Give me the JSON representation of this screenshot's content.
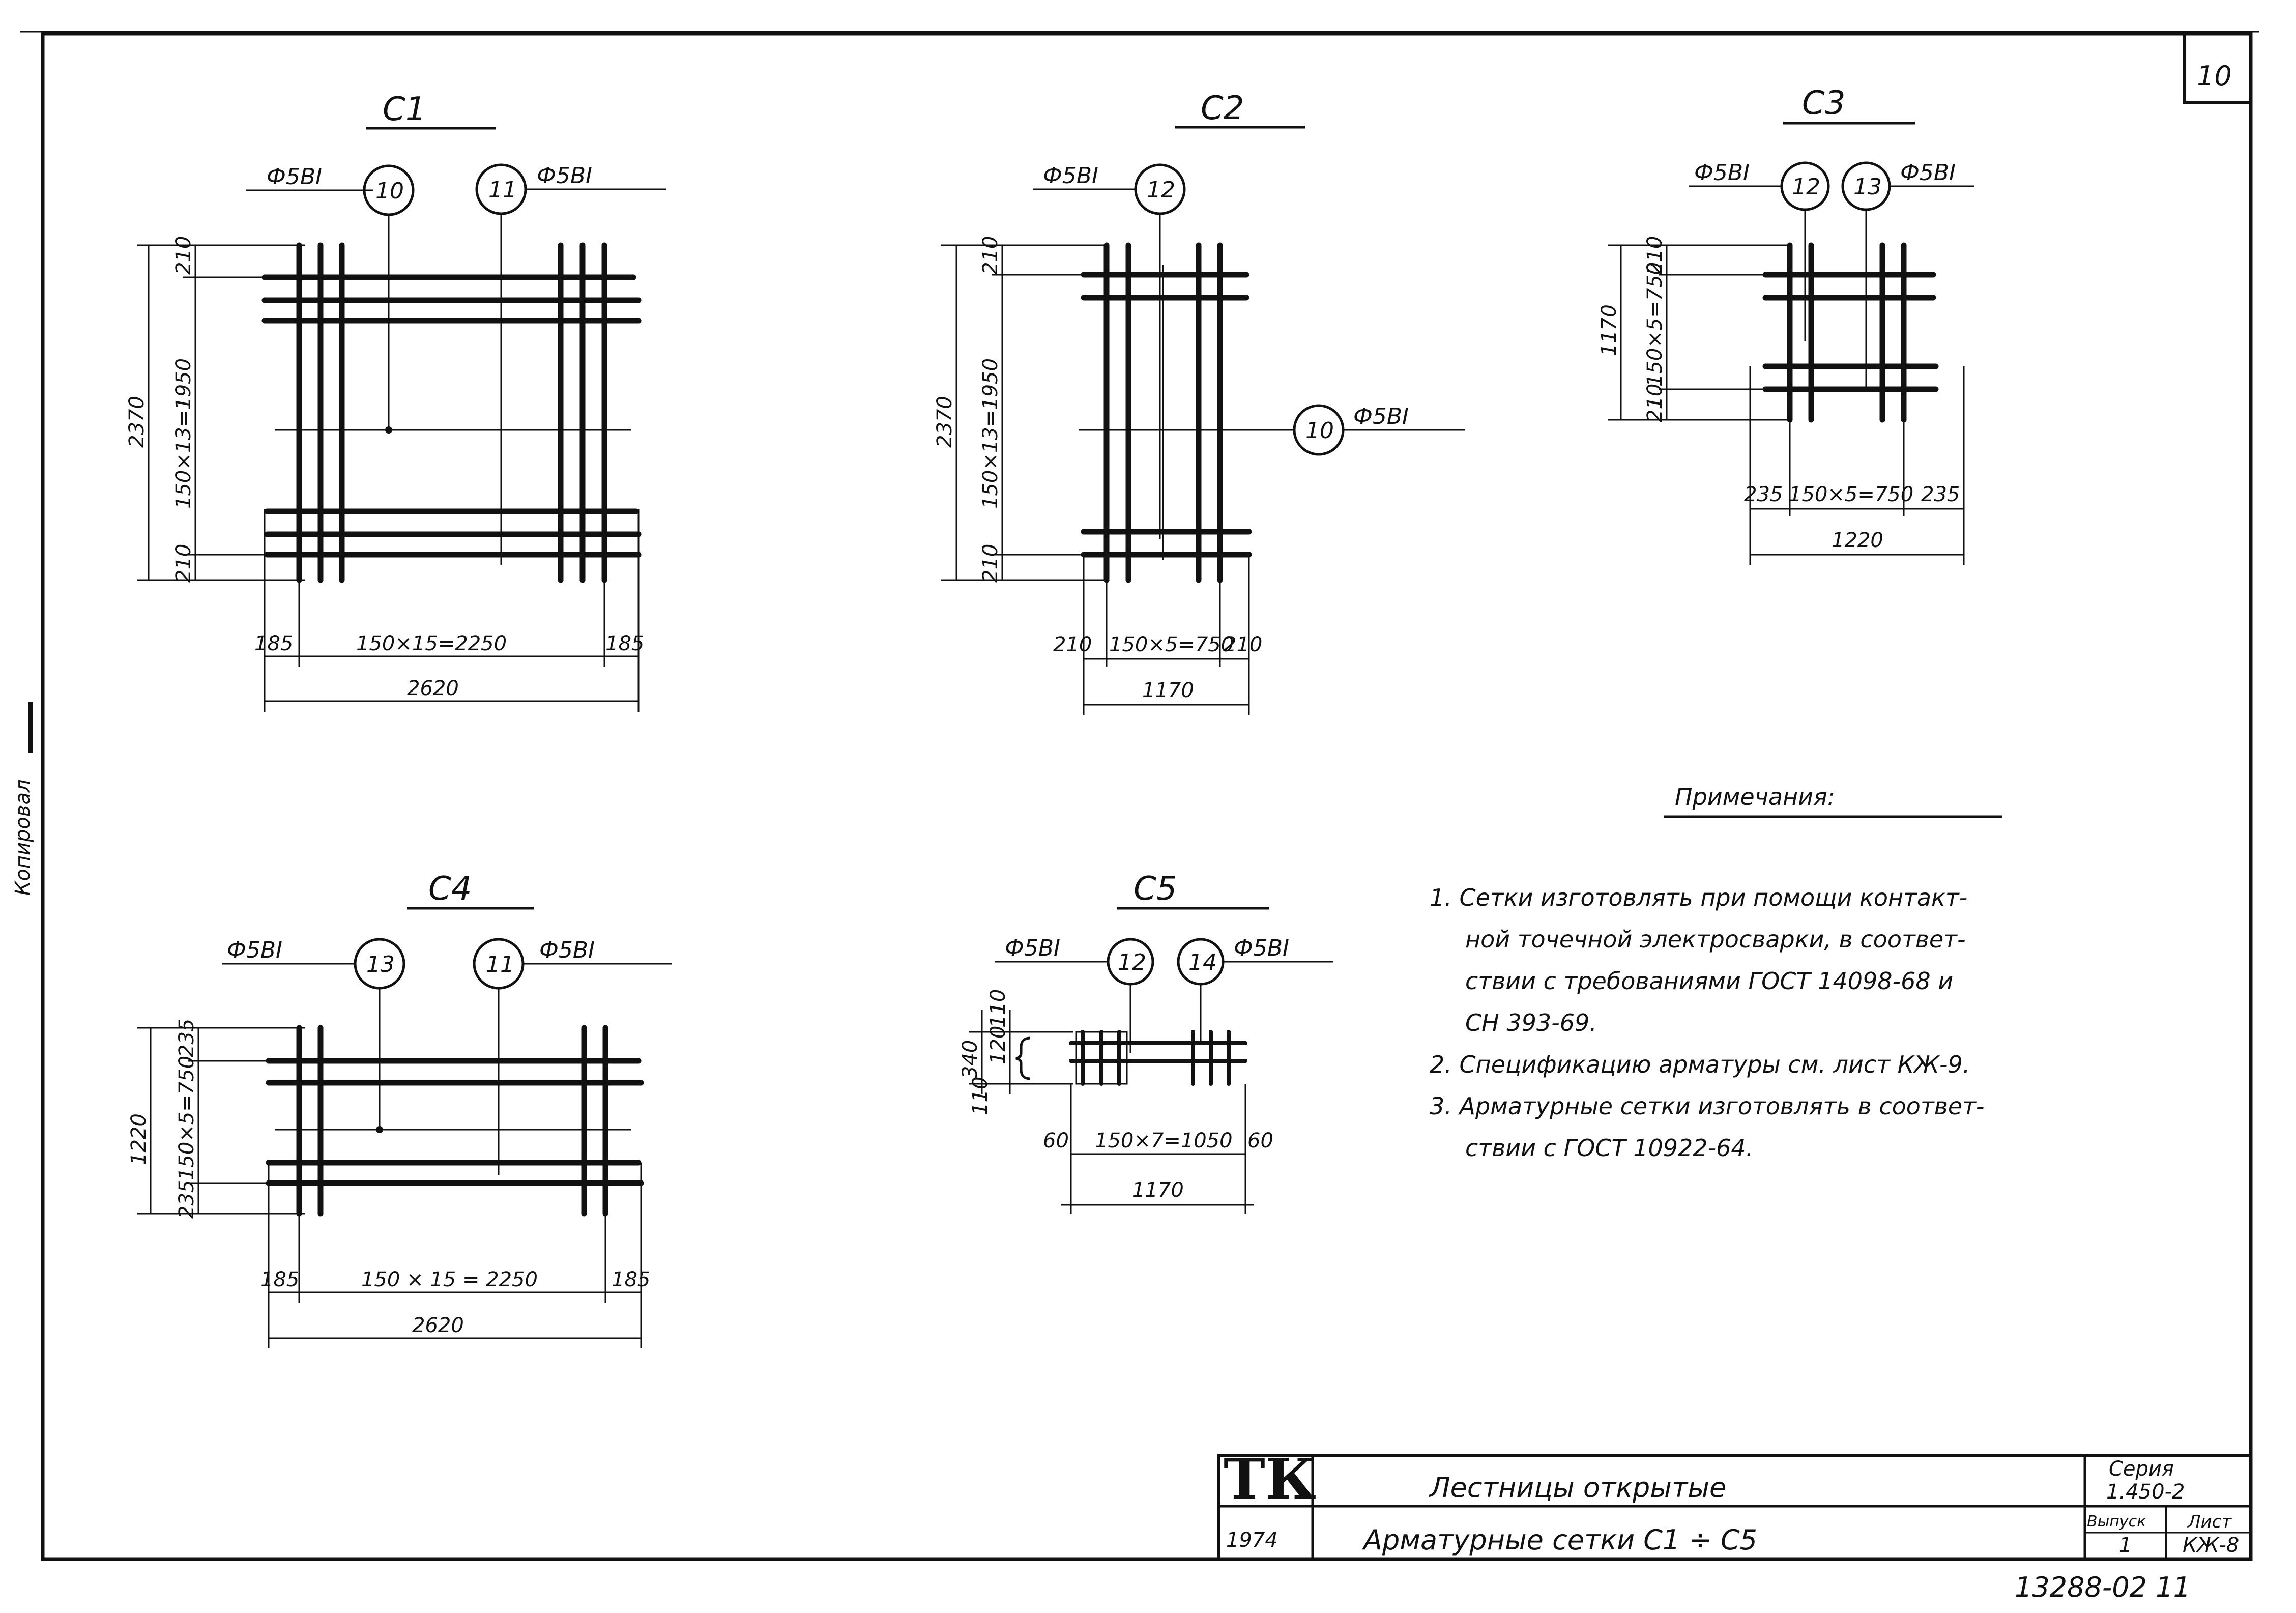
{
  "sheet": {
    "number": "10",
    "stamp": "13288-02 11"
  },
  "meshes": {
    "c1": {
      "title": "С1",
      "callouts": [
        {
          "mark": "10",
          "rebar": "Ф5ВI"
        },
        {
          "mark": "11",
          "rebar": "Ф5ВI"
        }
      ],
      "dims": {
        "h_total": "2370",
        "h_mid": "150×13=1950",
        "h_top": "210",
        "h_bot": "210",
        "w_left": "185",
        "w_mid": "150×15=2250",
        "w_right": "185",
        "w_total": "2620"
      }
    },
    "c2": {
      "title": "С2",
      "callouts": [
        {
          "mark": "12",
          "rebar": "Ф5ВI"
        },
        {
          "mark": "10",
          "rebar": "Ф5ВI"
        }
      ],
      "dims": {
        "h_total": "2370",
        "h_mid": "150×13=1950",
        "h_top": "210",
        "h_bot": "210",
        "w_left": "210",
        "w_mid": "150×5=750",
        "w_right": "210",
        "w_total": "1170"
      }
    },
    "c3": {
      "title": "С3",
      "callouts": [
        {
          "mark": "12",
          "rebar": "Ф5ВI"
        },
        {
          "mark": "13",
          "rebar": "Ф5ВI"
        }
      ],
      "dims": {
        "h_total": "1170",
        "h_mid": "150×5=750",
        "h_top": "210",
        "h_bot": "210",
        "w_left": "235",
        "w_mid": "150×5=750",
        "w_right": "235",
        "w_total": "1220"
      }
    },
    "c4": {
      "title": "С4",
      "callouts": [
        {
          "mark": "13",
          "rebar": "Ф5ВI"
        },
        {
          "mark": "11",
          "rebar": "Ф5ВI"
        }
      ],
      "dims": {
        "h_total": "1220",
        "h_mid": "150×5=750",
        "h_top": "235",
        "h_bot": "235",
        "w_left": "185",
        "w_mid": "150 × 15 = 2250",
        "w_right": "185",
        "w_total": "2620"
      }
    },
    "c5": {
      "title": "С5",
      "callouts": [
        {
          "mark": "12",
          "rebar": "Ф5ВI"
        },
        {
          "mark": "14",
          "rebar": "Ф5ВI"
        }
      ],
      "dims": {
        "h_total": "340",
        "h_mid": "120",
        "h_top": "110",
        "h_bot": "110",
        "w_left": "60",
        "w_mid": "150×7=1050",
        "w_right": "60",
        "w_total": "1170"
      }
    }
  },
  "notes": {
    "heading": "Примечания:",
    "lines": [
      "1. Сетки изготовлять при помощи контакт-",
      "ной точечной электросварки, в соответ-",
      "ствии с требованиями ГОСТ 14098-68 и",
      "СН 393-69.",
      "2. Спецификацию арматуры см. лист КЖ-9.",
      "3. Арматурные сетки изготовлять в соответ-",
      "ствии с ГОСТ 10922-64."
    ]
  },
  "title_block": {
    "org": "ТК",
    "year": "1974",
    "project": "Лестницы открытые",
    "drawing": "Арматурные сетки С1 ÷ С5",
    "series_label": "Серия",
    "series_value": "1.450-2",
    "issue_label": "Выпуск",
    "issue_value": "1",
    "sheet_label": "Лист",
    "sheet_value": "КЖ-8"
  },
  "margin_text": "Копировал"
}
